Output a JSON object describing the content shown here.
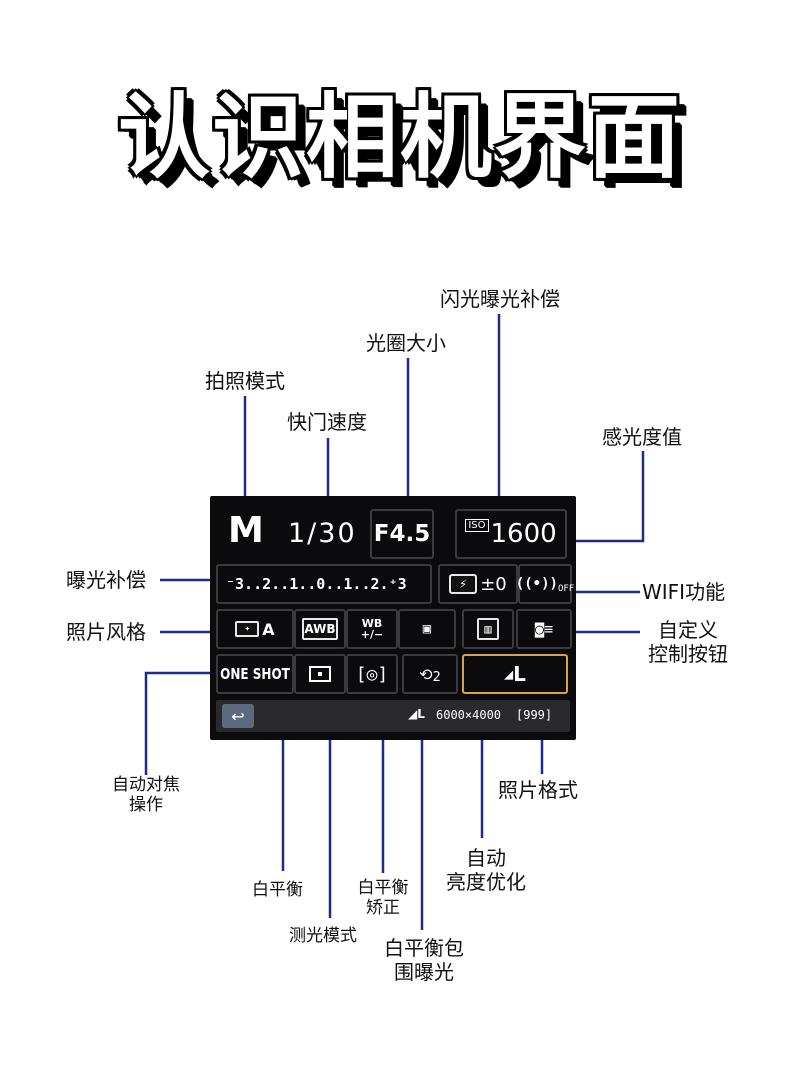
{
  "title": "认识相机界面",
  "labels": {
    "shooting_mode": "拍照模式",
    "shutter_speed": "快门速度",
    "aperture": "光圈大小",
    "flash_comp": "闪光曝光补偿",
    "iso": "感光度值",
    "exposure_comp": "曝光补偿",
    "wifi": "WIFI功能",
    "picture_style": "照片风格",
    "custom_1": "自定义",
    "custom_2": "控制按钮",
    "af_1": "自动对焦",
    "af_2": "操作",
    "image_quality": "照片格式",
    "alo_1": "自动",
    "alo_2": "亮度优化",
    "white_balance": "白平衡",
    "wb_shift_1": "白平衡",
    "wb_shift_2": "矫正",
    "metering": "测光模式",
    "wb_bracket_1": "白平衡包",
    "wb_bracket_2": "围曝光"
  },
  "screen": {
    "mode": "M",
    "shutter": "1/30",
    "aperture": "F4.5",
    "iso_tag": "ISO",
    "iso_value": "1600",
    "exposure_scale": "⁻3..2..1..0..1..2.⁺3",
    "flash_comp_value": "±0",
    "wifi_off": "OFF",
    "picture_style_value": "A",
    "awb": "AWB",
    "wb_top": "WB",
    "wb_bottom": "+/−",
    "af_mode": "ONE SHOT",
    "drive_sub": "2",
    "quality": "L",
    "status_size": "6000×4000",
    "status_shots": "[999]",
    "back_glyph": "↩"
  },
  "colors": {
    "line": "#1f2a8c",
    "screen_bg": "#0b0b0d",
    "cell_border": "#3b3b3e",
    "highlight": "#d9a441"
  }
}
